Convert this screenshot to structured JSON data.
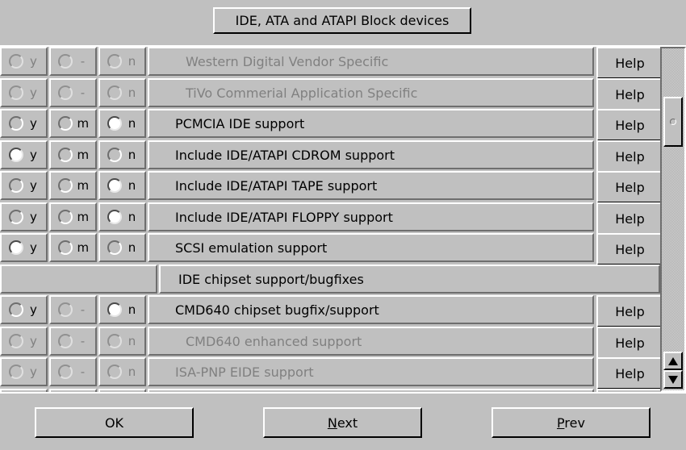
{
  "header": {
    "title": "IDE, ATA and ATAPI Block devices"
  },
  "rows": [
    {
      "type": "option",
      "y": "y",
      "m": "-",
      "n": "n",
      "label": "Western Digital Vendor Specific",
      "enabled": false,
      "indent": true,
      "selected": "n",
      "help": "Help"
    },
    {
      "type": "option",
      "y": "y",
      "m": "-",
      "n": "n",
      "label": "TiVo Commerial Application Specific",
      "enabled": false,
      "indent": true,
      "selected": "n",
      "help": "Help"
    },
    {
      "type": "option",
      "y": "y",
      "m": "m",
      "n": "n",
      "label": "PCMCIA IDE support",
      "enabled": true,
      "indent": false,
      "selected": "n",
      "help": "Help"
    },
    {
      "type": "option",
      "y": "y",
      "m": "m",
      "n": "n",
      "label": "Include IDE/ATAPI CDROM support",
      "enabled": true,
      "indent": false,
      "selected": "y",
      "help": "Help"
    },
    {
      "type": "option",
      "y": "y",
      "m": "m",
      "n": "n",
      "label": "Include IDE/ATAPI TAPE support",
      "enabled": true,
      "indent": false,
      "selected": "n",
      "help": "Help"
    },
    {
      "type": "option",
      "y": "y",
      "m": "m",
      "n": "n",
      "label": "Include IDE/ATAPI FLOPPY support",
      "enabled": true,
      "indent": false,
      "selected": "n",
      "help": "Help"
    },
    {
      "type": "option",
      "y": "y",
      "m": "m",
      "n": "n",
      "label": "SCSI emulation support",
      "enabled": true,
      "indent": false,
      "selected": "y",
      "help": "Help"
    },
    {
      "type": "section",
      "label": "IDE chipset support/bugfixes"
    },
    {
      "type": "option",
      "y": "y",
      "m": "-",
      "n": "n",
      "label": "CMD640 chipset bugfix/support",
      "enabled": true,
      "indent": false,
      "selected": "n",
      "help": "Help"
    },
    {
      "type": "option",
      "y": "y",
      "m": "-",
      "n": "n",
      "label": "CMD640 enhanced support",
      "enabled": false,
      "indent": true,
      "selected": "n",
      "help": "Help"
    },
    {
      "type": "option",
      "y": "y",
      "m": "-",
      "n": "n",
      "label": "ISA-PNP EIDE support",
      "enabled": false,
      "indent": false,
      "selected": "n",
      "help": "Help"
    }
  ],
  "footer": {
    "ok_label": "OK",
    "next_label": "Next",
    "prev_label": "Prev"
  }
}
